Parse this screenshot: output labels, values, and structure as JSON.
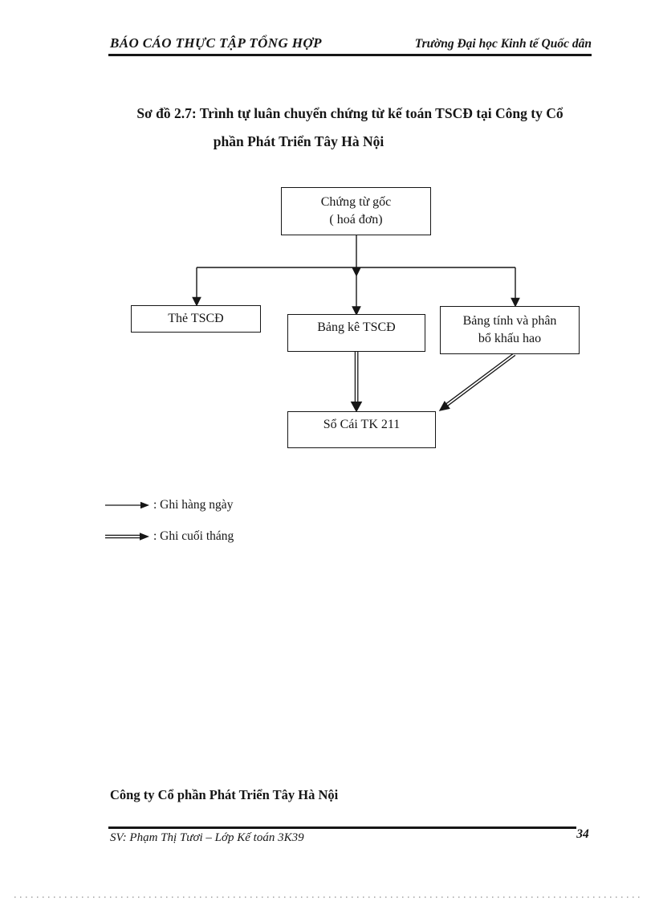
{
  "header": {
    "left_title": "BÁO CÁO THỰC TẬP TỔNG HỢP",
    "right_title": "Trường Đại học Kinh tế Quốc dân"
  },
  "title": {
    "line1": "Sơ đồ 2.7: Trình tự luân chuyển chứng từ kế toán TSCĐ tại Công ty Cổ",
    "line2": "phần Phát Triển Tây Hà Nội"
  },
  "diagram": {
    "source_box": {
      "line1": "Chứng từ gốc",
      "line2": "( hoá đơn)"
    },
    "card_box": "Thẻ TSCĐ",
    "list_box": "Bảng kê TSCĐ",
    "depreciation_box": {
      "line1": "Bảng tính và phân",
      "line2": "bổ khấu hao"
    },
    "ledger_box": "Sổ Cái TK 211",
    "legend": {
      "daily": ": Ghi hàng ngày",
      "monthly": ": Ghi cuối tháng"
    }
  },
  "company_line": "Công ty Cổ phần Phát Triển Tây Hà Nội",
  "footer": {
    "student_line": "SV: Phạm Thị Tươi  – Lớp Kế toán 3K39",
    "page_number": "34"
  },
  "colors": {
    "ink": "#161616",
    "background": "#ffffff"
  }
}
